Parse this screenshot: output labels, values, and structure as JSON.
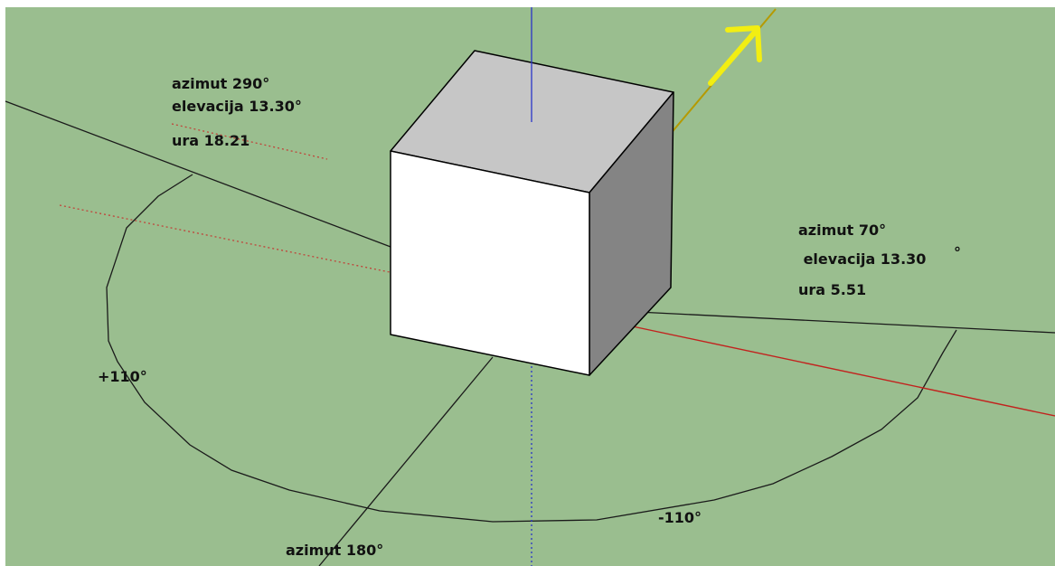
{
  "colors": {
    "ground": "#9abe8f",
    "line": "#1a1a1a",
    "blue_axis": "#2a34c8",
    "red_axis": "#c2221e",
    "sun_ray": "#b59a00",
    "arrow": "#f2ee12",
    "dotted": "#c0443a",
    "cube_top": "#c6c6c6",
    "cube_front": "#ffffff",
    "cube_side": "#848484"
  },
  "labels": {
    "west_azimuth": "azimut 290°",
    "west_elevation": "elevacija 13.30°",
    "west_time": "ura 18.21",
    "east_azimuth": "azimut 70°",
    "east_elevation": " elevacija 13.30",
    "east_elevation_degree": "°",
    "east_time": "ura 5.51",
    "angle_plus": "+110°",
    "angle_minus": "-110°",
    "south_azimuth": "azimut 180°"
  }
}
